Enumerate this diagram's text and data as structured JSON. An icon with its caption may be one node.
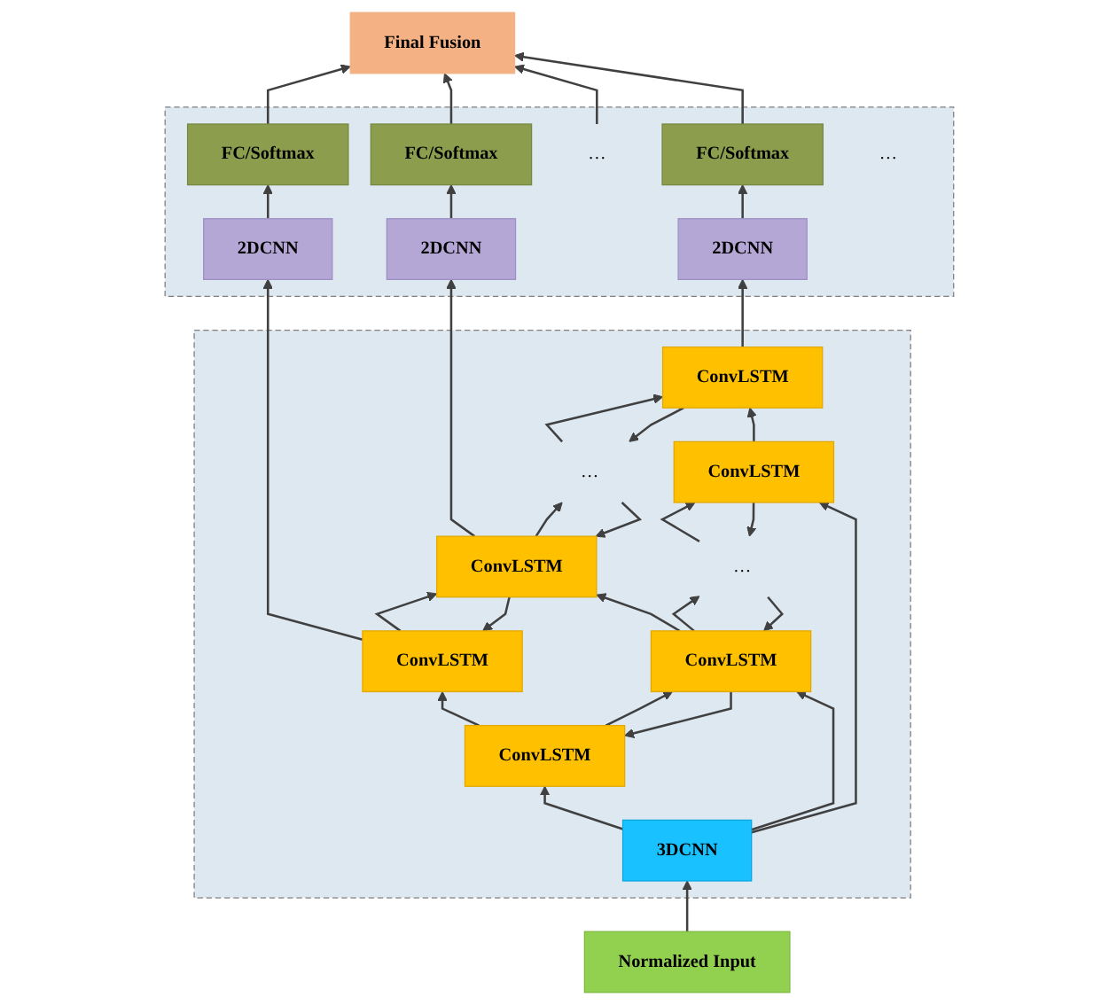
{
  "diagram": {
    "nodes": [
      {
        "text": [
          "Final Fusion"
        ]
      },
      {
        "text": [],
        "shape": "box"
      },
      {
        "text": [
          "FC/Softmax"
        ],
        "in": 1
      },
      {
        "text": [
          "FC/Softmax"
        ],
        "in": 1
      },
      {
        "text": [
          "…"
        ],
        "in": 1
      },
      {
        "text": [
          "FC/Softmax"
        ],
        "in": 1
      },
      {
        "text": [
          "2DCNN"
        ],
        "in": 1
      },
      {
        "text": [
          "2DCNN"
        ],
        "in": 1
      },
      {
        "text": [
          "…"
        ],
        "in": 1
      },
      {
        "text": [
          "2DCNN"
        ],
        "in": 1
      },
      {
        "text": [],
        "shape": "box"
      },
      {
        "text": [
          "ConvLSTM"
        ],
        "in": 10
      },
      {
        "text": [
          "ConvLSTM"
        ],
        "in": 10
      },
      {
        "text": [
          "…"
        ],
        "in": 10
      },
      {
        "text": [
          "ConvLSTM"
        ],
        "in": 10
      },
      {
        "text": [
          "ConvLSTM"
        ],
        "in": 10
      },
      {
        "text": [
          "ConvLSTM"
        ],
        "in": 10
      },
      {
        "text": [
          "…"
        ],
        "in": 10
      },
      {
        "text": [
          "ConvLSTM"
        ],
        "in": 10
      },
      {
        "text": [
          "3DCNN"
        ],
        "in": 10
      },
      {
        "text": [
          "Normalized Input"
        ]
      }
    ],
    "edges": [
      {
        "from": 2,
        "to": 0,
        "arrow": "to"
      },
      {
        "from": 3,
        "to": 0,
        "arrow": "to"
      },
      {
        "from": 4,
        "to": 0,
        "arrow": "to"
      },
      {
        "from": 5,
        "to": 0,
        "arrow": "to"
      },
      {
        "from": 6,
        "to": 2,
        "arrow": "to"
      },
      {
        "from": 7,
        "to": 3,
        "arrow": "to"
      },
      {
        "from": 9,
        "to": 5,
        "arrow": "to"
      },
      {
        "from": 11,
        "to": 6,
        "arrow": "to"
      },
      {
        "from": 12,
        "to": 7,
        "arrow": "to"
      },
      {
        "from": 14,
        "to": 9,
        "arrow": "to"
      },
      {
        "from": 11,
        "to": 12,
        "arrow": "to"
      },
      {
        "from": 12,
        "to": 11,
        "arrow": "to"
      },
      {
        "from": 12,
        "to": 13,
        "arrow": "to"
      },
      {
        "from": 13,
        "to": 12,
        "arrow": "to"
      },
      {
        "from": 13,
        "to": 14,
        "arrow": "to"
      },
      {
        "from": 14,
        "to": 13,
        "arrow": "to"
      },
      {
        "from": 15,
        "to": 11,
        "arrow": "to"
      },
      {
        "from": 16,
        "to": 12,
        "arrow": "to"
      },
      {
        "from": 18,
        "to": 14,
        "arrow": "to"
      },
      {
        "from": 15,
        "to": 16,
        "arrow": "to"
      },
      {
        "from": 16,
        "to": 15,
        "arrow": "to"
      },
      {
        "from": 16,
        "to": 17,
        "arrow": "to"
      },
      {
        "from": 17,
        "to": 16,
        "arrow": "to"
      },
      {
        "from": 17,
        "to": 18,
        "arrow": "to"
      },
      {
        "from": 18,
        "to": 17,
        "arrow": "to"
      },
      {
        "from": 19,
        "to": 15,
        "arrow": "to"
      },
      {
        "from": 19,
        "to": 16,
        "arrow": "to"
      },
      {
        "from": 19,
        "to": 18,
        "arrow": "to"
      },
      {
        "from": 20,
        "to": 19,
        "arrow": "to"
      }
    ]
  }
}
